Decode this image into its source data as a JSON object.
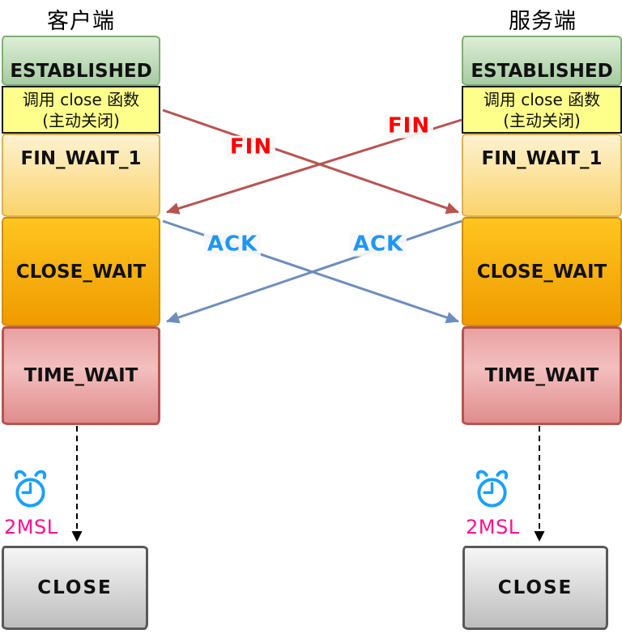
{
  "diagram": {
    "title_context": "TCP simultaneous close state diagram",
    "columns": [
      {
        "id": "client",
        "title": "客户端",
        "states": {
          "established": "ESTABLISHED",
          "close_call_line1": "调用 close 函数",
          "close_call_line2": "(主动关闭)",
          "fin_wait_1": "FIN_WAIT_1",
          "close_wait": "CLOSE_WAIT",
          "time_wait": "TIME_WAIT",
          "close": "CLOSE"
        },
        "timer_label": "2MSL"
      },
      {
        "id": "server",
        "title": "服务端",
        "states": {
          "established": "ESTABLISHED",
          "close_call_line1": "调用 close 函数",
          "close_call_line2": "(主动关闭)",
          "fin_wait_1": "FIN_WAIT_1",
          "close_wait": "CLOSE_WAIT",
          "time_wait": "TIME_WAIT",
          "close": "CLOSE"
        },
        "timer_label": "2MSL"
      }
    ],
    "messages": {
      "fin_from_client": "FIN",
      "fin_from_server": "FIN",
      "ack_from_client": "ACK",
      "ack_from_server": "ACK"
    },
    "colors": {
      "fin_arrow": "#b85450",
      "fin_text": "#ff0000",
      "ack_arrow": "#6c8ebf",
      "ack_text": "#1e97f3",
      "timer_text": "#ff0e93",
      "clock_icon": "#18a0fb",
      "established_fill_top": "#ddeed7",
      "established_fill_bottom": "#a6cba2",
      "close_call_fill": "#feff8a",
      "fin_wait_fill_top": "#fdf2d0",
      "fin_wait_fill_bottom": "#fbd36b",
      "close_wait_fill_top": "#fec520",
      "close_wait_fill_bottom": "#f09b00",
      "time_wait_fill": "#f3bfbf",
      "time_wait_border": "#b85450",
      "close_fill_top": "#f6f6f6",
      "close_fill_bottom": "#bdbdbd"
    }
  }
}
